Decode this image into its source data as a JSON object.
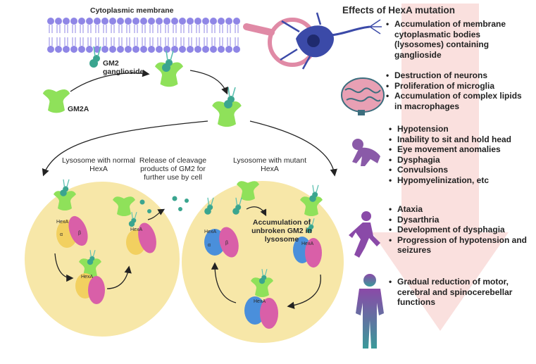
{
  "membrane_label": "Cytoplasmic membrane",
  "gm2_label_line1": "GM2",
  "gm2_label_line2": "ganglioside",
  "gm2a_label": "GM2A",
  "lyso_normal_line1": "Lysosome with normal",
  "lyso_normal_line2": "HexA",
  "release_line1": "Release of cleavage",
  "release_line2": "products of GM2 for",
  "release_line3": "further use by cell",
  "lyso_mutant_line1": "Lysosome with mutant",
  "lyso_mutant_line2": "HexA",
  "accum_line1": "Accumulation of",
  "accum_line2": "unbroken GM2 in",
  "accum_line3": "lysosome",
  "enzyme_label": "HexA",
  "alpha": "α",
  "beta": "β",
  "effects_title": "Effects of HexA mutation",
  "effects": [
    {
      "icon": "neuron-icon",
      "items": [
        "Accumulation of membrane cytoplasmatic bodies (lysosomes) containing ganglioside"
      ]
    },
    {
      "icon": "brain-icon",
      "items": [
        "Destruction of neurons",
        "Proliferation of microglia",
        "Accumulation of complex lipids in macrophages"
      ]
    },
    {
      "icon": "infant-icon",
      "items": [
        "Hypotension",
        "Inability to sit and hold head",
        "Eye movement anomalies",
        "Dysphagia",
        "Convulsions",
        "Hypomyelinization, etc"
      ]
    },
    {
      "icon": "running-child-icon",
      "items": [
        "Ataxia",
        "Dysarthria",
        "Development of dysphagia",
        "Progression of hypotension and seizures"
      ]
    },
    {
      "icon": "adult-icon",
      "items": [
        "Gradual reduction of motor, cerebral and spinocerebellar functions"
      ]
    }
  ],
  "colors": {
    "membrane": "#8f86e6",
    "lysosome": "#f7e7a8",
    "gm2a": "#8fe15a",
    "gm2": "#3aa58f",
    "hexa_pink": "#d95fa8",
    "hexa_blue": "#4a8fdb",
    "hexa_yellow": "#f2d060",
    "arrow_bg": "#f6c9c9",
    "brain": "#e39ab0",
    "figure": "#7da6b8"
  }
}
